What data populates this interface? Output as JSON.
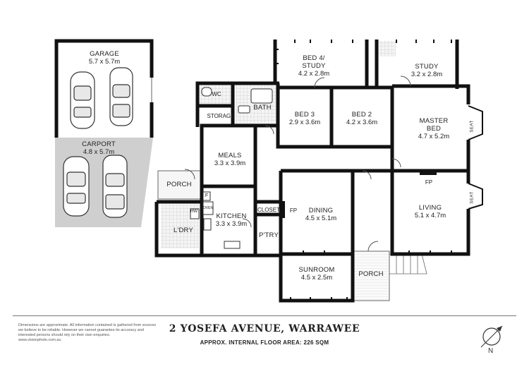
{
  "rooms": {
    "garage": {
      "name": "GARAGE",
      "dims": "5.7 x 5.7m"
    },
    "carport": {
      "name": "CARPORT",
      "dims": "4.8 x 5.7m"
    },
    "bed4": {
      "name_line1": "BED 4/",
      "name_line2": "STUDY",
      "dims": "4.2 x 2.8m"
    },
    "study": {
      "name": "STUDY",
      "dims": "3.2 x 2.8m"
    },
    "wc": {
      "name": "WC"
    },
    "bath": {
      "name": "BATH"
    },
    "storage": {
      "name": "STORAGE"
    },
    "bed3": {
      "name": "BED 3",
      "dims": "2.9 x 3.6m"
    },
    "bed2": {
      "name": "BED 2",
      "dims": "4.2 x 3.6m"
    },
    "master": {
      "name_line1": "MASTER",
      "name_line2": "BED",
      "dims": "4.7 x 5.2m"
    },
    "meals": {
      "name": "MEALS",
      "dims": "3.3 x 3.9m"
    },
    "porch_side": {
      "name": "PORCH"
    },
    "laundry": {
      "name": "L'DRY"
    },
    "kitchen": {
      "name": "KITCHEN",
      "dims": "3.3 x 3.9m"
    },
    "closet": {
      "name": "CLOSET"
    },
    "pantry": {
      "name": "P'TRY"
    },
    "dining": {
      "name": "DINING",
      "dims": "4.5 x 5.1m"
    },
    "living": {
      "name": "LIVING",
      "dims": "5.1 x 4.7m"
    },
    "sunroom": {
      "name": "SUNROOM",
      "dims": "4.5 x 2.5m"
    },
    "porch_front": {
      "name": "PORCH"
    }
  },
  "fixtures": {
    "fp": "FP",
    "seat": "SEAT",
    "fridge": "F",
    "oven": "OVEN",
    "hot_water": "HW"
  },
  "footer": {
    "disclaimer": "Dimensions are approximate. All information contained is gathered from sources we believe to be reliable. However we cannot guarantee its accuracy and interested persons should rely on their own enquiries.",
    "website": "www.visionphoto.com.au",
    "address": "2 YOSEFA AVENUE, WARRAWEE",
    "floor_area": "APPROX. INTERNAL FLOOR AREA: 226 SQM",
    "north_letter": "N"
  },
  "colors": {
    "wall": "#111111",
    "carport_fill": "#cfcfcf",
    "tile_fill": "#f2f2f2",
    "line": "#777777"
  }
}
